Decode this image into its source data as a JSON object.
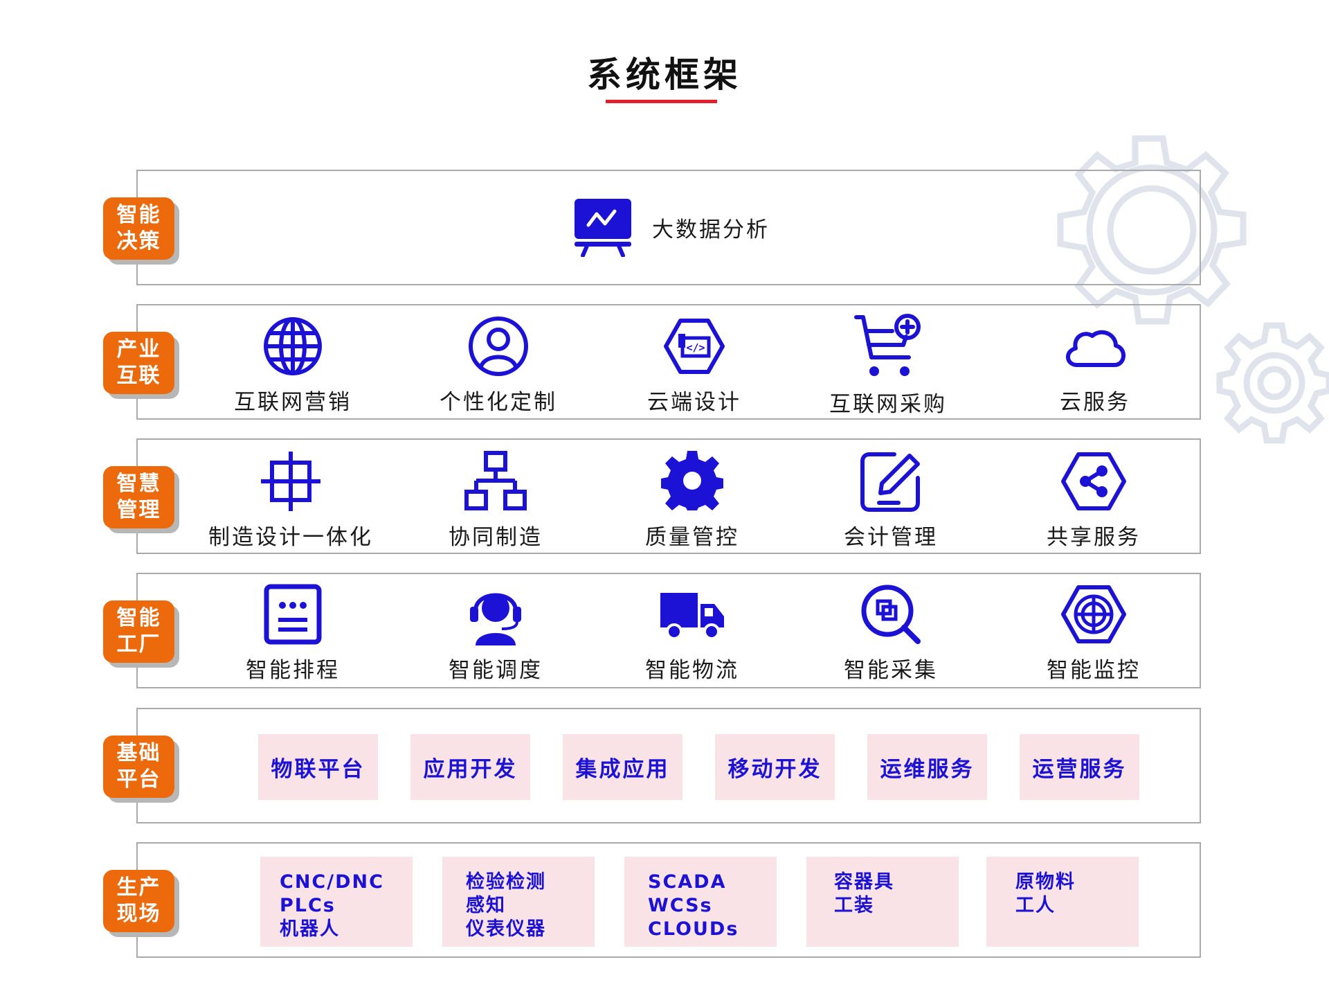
{
  "title": "系统框架",
  "colors": {
    "accent": "#ec6a0c",
    "icon": "#1b12d6",
    "underline": "#e41e2b",
    "pill_bg": "#f9e3e6"
  },
  "layers": [
    {
      "tag": [
        "智能",
        "决策"
      ],
      "items": [
        {
          "label": "大数据分析",
          "icon": "chart-board-icon"
        }
      ]
    },
    {
      "tag": [
        "产业",
        "互联"
      ],
      "items": [
        {
          "label": "互联网营销",
          "icon": "globe-icon"
        },
        {
          "label": "个性化定制",
          "icon": "user-circle-icon"
        },
        {
          "label": "云端设计",
          "icon": "code-hexagon-icon"
        },
        {
          "label": "互联网采购",
          "icon": "cart-add-icon"
        },
        {
          "label": "云服务",
          "icon": "cloud-icon"
        }
      ]
    },
    {
      "tag": [
        "智慧",
        "管理"
      ],
      "items": [
        {
          "label": "制造设计一体化",
          "icon": "crosshair-icon"
        },
        {
          "label": "协同制造",
          "icon": "network-icon"
        },
        {
          "label": "质量管控",
          "icon": "gear-icon"
        },
        {
          "label": "会计管理",
          "icon": "edit-icon"
        },
        {
          "label": "共享服务",
          "icon": "share-hexagon-icon"
        }
      ]
    },
    {
      "tag": [
        "智能",
        "工厂"
      ],
      "items": [
        {
          "label": "智能排程",
          "icon": "schedule-panel-icon"
        },
        {
          "label": "智能调度",
          "icon": "headset-icon"
        },
        {
          "label": "智能物流",
          "icon": "truck-icon"
        },
        {
          "label": "智能采集",
          "icon": "search-icon"
        },
        {
          "label": "智能监控",
          "icon": "monitor-hexagon-icon"
        }
      ]
    },
    {
      "tag": [
        "基础",
        "平台"
      ],
      "items": [
        {
          "label": "物联平台"
        },
        {
          "label": "应用开发"
        },
        {
          "label": "集成应用"
        },
        {
          "label": "移动开发"
        },
        {
          "label": "运维服务"
        },
        {
          "label": "运营服务"
        }
      ]
    },
    {
      "tag": [
        "生产",
        "现场"
      ],
      "cards": [
        [
          "CNC/DNC",
          "PLCs",
          "机器人"
        ],
        [
          "检验检测",
          "感知",
          "仪表仪器"
        ],
        [
          "SCADA",
          "WCSs",
          "CLOUDs"
        ],
        [
          "容器具",
          "工装"
        ],
        [
          "原物料",
          "工人"
        ]
      ]
    }
  ]
}
